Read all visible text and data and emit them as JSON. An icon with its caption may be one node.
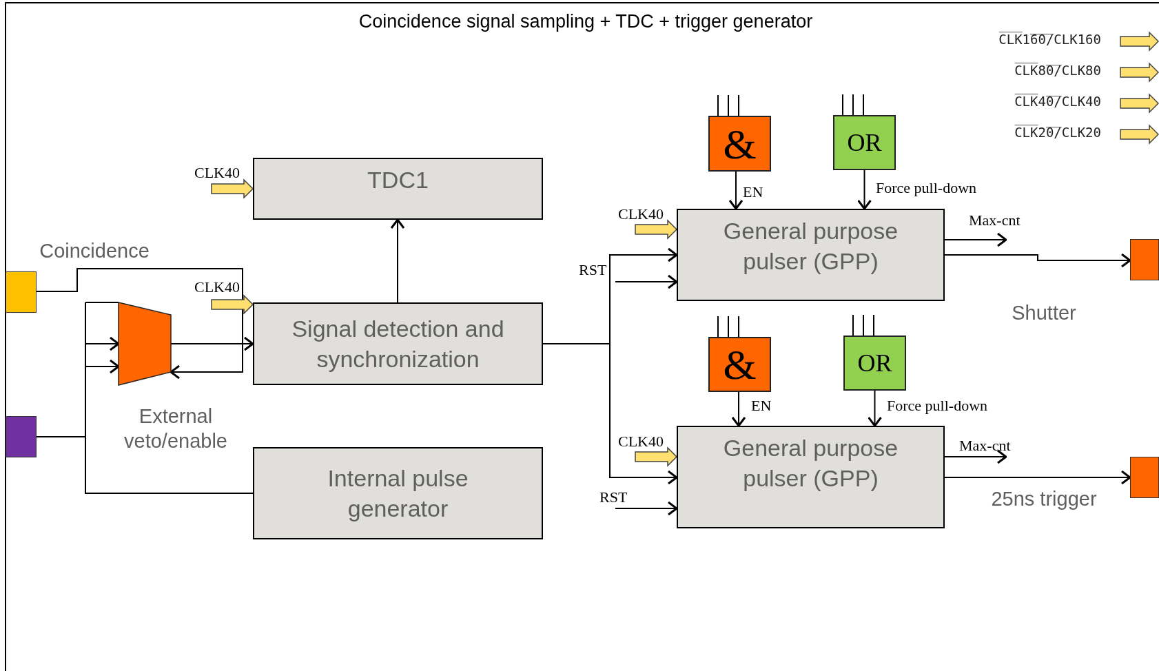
{
  "diagram": {
    "title": "Coincidence signal sampling + TDC + trigger generator",
    "nodes": [
      {
        "text": [
          "TDC1"
        ]
      },
      {
        "text": [],
        "shape": "box",
        "beside": [
          "Coincidence"
        ]
      },
      {
        "text": [],
        "shape": "trapezoid"
      },
      {
        "text": [
          "Signal detection and synchronization"
        ]
      },
      {
        "text": [],
        "shape": "box"
      },
      {
        "text": [
          "Internal pulse generator"
        ]
      },
      {
        "text": [
          "&"
        ]
      },
      {
        "text": [
          "OR"
        ]
      },
      {
        "text": [
          "General purpose pulser (GPP)"
        ]
      },
      {
        "text": [],
        "shape": "box",
        "beside": [
          "Shutter"
        ]
      },
      {
        "text": [
          "&"
        ]
      },
      {
        "text": [
          "OR"
        ]
      },
      {
        "text": [
          "General purpose pulser (GPP)"
        ]
      },
      {
        "text": [],
        "shape": "box",
        "beside": [
          "25ns trigger"
        ]
      }
    ],
    "edges": [
      {
        "from": null,
        "to": 0,
        "arrow": "to",
        "label": "CLK40",
        "style": "thick",
        "color": "#ffdf6f"
      },
      {
        "from": 1,
        "to": 2,
        "arrow": "to"
      },
      {
        "from": 5,
        "to": 2,
        "arrow": "to"
      },
      {
        "from": 4,
        "to": 2,
        "arrow": "to"
      },
      {
        "from": null,
        "to": 3,
        "arrow": "to",
        "label": "CLK40",
        "style": "thick",
        "color": "#ffdf6f"
      },
      {
        "from": 2,
        "to": 3,
        "arrow": "to"
      },
      {
        "from": 3,
        "to": 0,
        "arrow": "to"
      },
      {
        "from": 3,
        "to": 8,
        "arrow": "to"
      },
      {
        "from": 3,
        "to": 12,
        "arrow": "to"
      },
      {
        "from": 6,
        "to": 8,
        "arrow": "to",
        "label": "EN"
      },
      {
        "from": 7,
        "to": 8,
        "arrow": "to",
        "label": "Force pull-down"
      },
      {
        "from": null,
        "to": 8,
        "arrow": "to",
        "label": "CLK40",
        "style": "thick",
        "color": "#ffdf6f"
      },
      {
        "from": null,
        "to": 8,
        "arrow": "to",
        "label": "RST"
      },
      {
        "from": 8,
        "to": null,
        "arrow": "to",
        "label": "Max-cnt"
      },
      {
        "from": 8,
        "to": 9,
        "arrow": "to"
      },
      {
        "from": 10,
        "to": 12,
        "arrow": "to",
        "label": "EN"
      },
      {
        "from": 11,
        "to": 12,
        "arrow": "to",
        "label": "Force pull-down"
      },
      {
        "from": null,
        "to": 12,
        "arrow": "to",
        "label": "CLK40",
        "style": "thick",
        "color": "#ffdf6f"
      },
      {
        "from": null,
        "to": 12,
        "arrow": "to",
        "label": "RST"
      },
      {
        "from": 12,
        "to": null,
        "arrow": "to",
        "label": "Max-cnt"
      },
      {
        "from": 12,
        "to": 13,
        "arrow": "to"
      }
    ],
    "labels": [
      "External veto/enable"
    ],
    "legend": [
      {
        "text": "C̅L̅K̅1̅6̅0̅/CLK160"
      },
      {
        "text": "C̅L̅K̅8̅0̅/CLK80"
      },
      {
        "text": "C̅L̅K̅4̅0̅/CLK40"
      },
      {
        "text": "C̅L̅K̅2̅0̅/CLK20"
      }
    ]
  }
}
